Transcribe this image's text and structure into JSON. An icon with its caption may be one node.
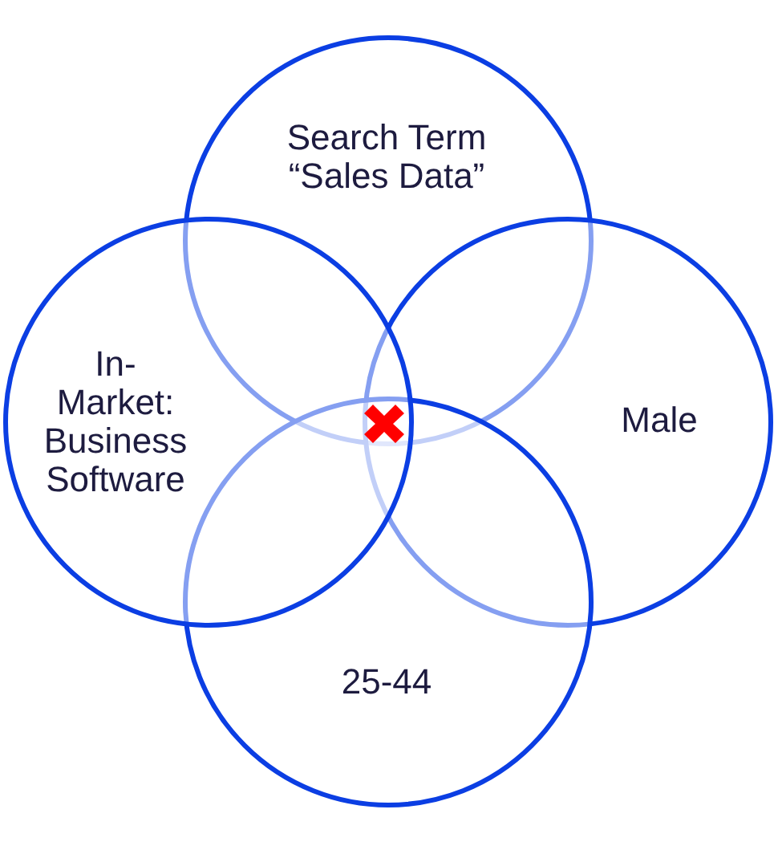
{
  "diagram": {
    "nodes": [
      {
        "text": [
          "Search Term “Sales Data”"
        ]
      },
      {
        "text": [
          "In-Market: Business Software"
        ]
      },
      {
        "text": [
          "Male"
        ]
      },
      {
        "text": [
          "25-44"
        ]
      }
    ]
  }
}
